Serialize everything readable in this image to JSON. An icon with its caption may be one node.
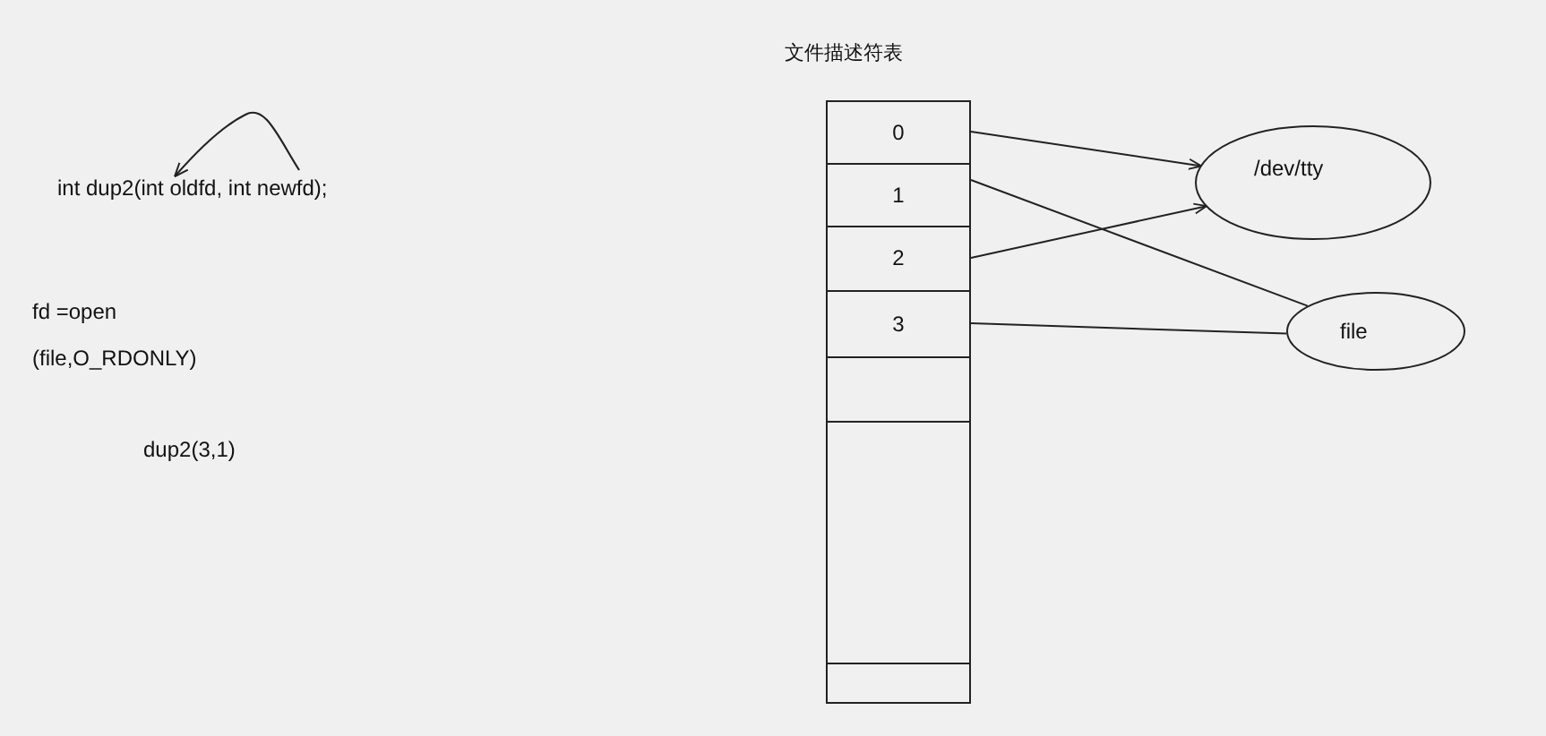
{
  "diagram": {
    "nodes": [
      {
        "text": [
          "文件描述符表"
        ]
      },
      {
        "text": [
          "0"
        ],
        "in": 0
      },
      {
        "text": [
          "1"
        ],
        "in": 0
      },
      {
        "text": [
          "2"
        ],
        "in": 0
      },
      {
        "text": [
          "3"
        ],
        "in": 0
      },
      {
        "text": [
          "/dev/tty"
        ]
      },
      {
        "text": [
          "file"
        ]
      }
    ],
    "edges": [
      {
        "from": 1,
        "to": 5,
        "arrow": "to"
      },
      {
        "from": 3,
        "to": 5,
        "arrow": "to"
      },
      {
        "from": 2,
        "to": 6,
        "arrow": "none"
      },
      {
        "from": 4,
        "to": 6,
        "arrow": "none"
      }
    ],
    "labels": [
      "int dup2(int oldfd, int newfd);",
      "fd =open",
      "(file,O_RDONLY)",
      "dup2(3,1)"
    ]
  }
}
